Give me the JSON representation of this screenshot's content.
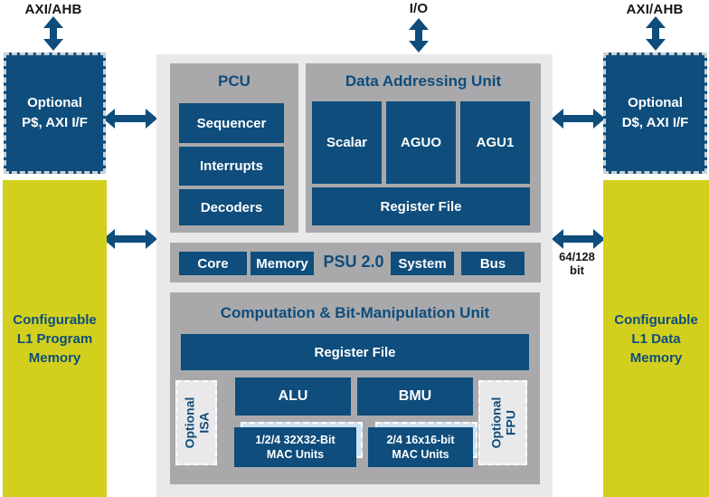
{
  "palette": {
    "navy": "#0e4d7c",
    "yellow": "#d2d01d",
    "panel-gray": "#a9a9ab",
    "container-gray": "#e9e9eb",
    "pale-blue": "#cfe2f1",
    "text-dark": "#161616"
  },
  "external": {
    "top_left_bus": "AXI/AHB",
    "top_center_bus": "I/O",
    "top_right_bus": "AXI/AHB",
    "bus_width": {
      "line1": "64/128",
      "line2": "bit"
    }
  },
  "left_column": {
    "cache": {
      "line1": "Optional",
      "line2": "P$, AXI I/F"
    },
    "memory": {
      "line1": "Configurable",
      "line2": "L1 Program",
      "line3": "Memory"
    }
  },
  "right_column": {
    "cache": {
      "line1": "Optional",
      "line2": "D$, AXI I/F"
    },
    "memory": {
      "line1": "Configurable",
      "line2": "L1 Data",
      "line3": "Memory"
    }
  },
  "core": {
    "pcu": {
      "title": "PCU",
      "blocks": [
        "Sequencer",
        "Interrupts",
        "Decoders"
      ]
    },
    "dau": {
      "title": "Data Addressing Unit",
      "blocks": [
        "Scalar",
        "AGUO",
        "AGU1"
      ],
      "register_file": "Register File"
    },
    "psu": {
      "label": "PSU 2.0",
      "blocks": [
        "Core",
        "Memory",
        "System",
        "Bus"
      ]
    },
    "cbmu": {
      "title": "Computation & Bit-Manipulation Unit",
      "register_file": "Register File",
      "optional_isa": {
        "line1": "Optional",
        "line2": "ISA"
      },
      "optional_fpu": {
        "line1": "Optional",
        "line2": "FPU"
      },
      "alu": "ALU",
      "bmu": "BMU",
      "mac32": {
        "line1": "1/2/4 32X32-Bit",
        "line2": "MAC Units"
      },
      "mac16": {
        "line1": "2/4 16x16-bit",
        "line2": "MAC Units"
      }
    }
  }
}
